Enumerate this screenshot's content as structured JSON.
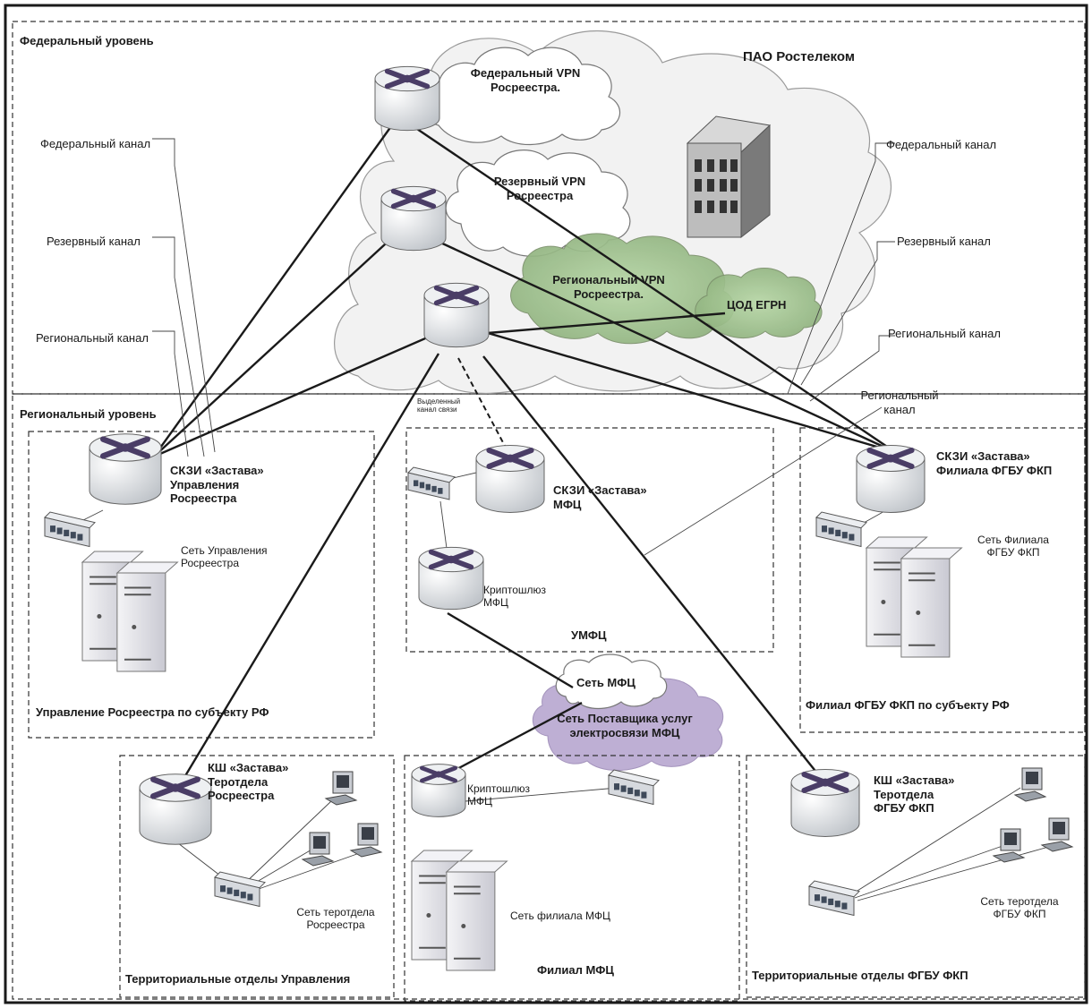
{
  "levels": {
    "federal": "Федеральный уровень",
    "regional": "Региональный уровень"
  },
  "provider": "ПАО Ростелеком",
  "clouds": {
    "fed_vpn_line1": "Федеральный VPN",
    "fed_vpn_line2": "Росреестра.",
    "res_vpn_line1": "Резервный VPN",
    "res_vpn_line2": "Росреестра",
    "reg_vpn_line1": "Региональный VPN",
    "reg_vpn_line2": "Росреестра.",
    "dc": "ЦОД ЕГРН",
    "mfc_net": "Сеть МФЦ",
    "provider_line1": "Сеть Поставщика услуг",
    "provider_line2": "электросвязи МФЦ"
  },
  "channels": {
    "left_federal": "Федеральный канал",
    "left_reserve": "Резервный канал",
    "left_regional": "Региональный канал",
    "right_federal": "Федеральный канал",
    "right_reserve": "Резервный канал",
    "right_regional": "Региональный канал",
    "right_regional2_line1": "Региональный",
    "right_regional2_line2": "канал",
    "dedicated_line1": "Выделенный",
    "dedicated_line2": "канал связи"
  },
  "upr": {
    "router_line1": "СКЗИ «Застава»",
    "router_line2": "Управления",
    "router_line3": "Росреестра",
    "net_line1": "Сеть Управления",
    "net_line2": "Росреестра",
    "title": "Управление Росреестра по субъекту РФ"
  },
  "umfc": {
    "router_line1": "СКЗИ «Застава»",
    "router_line2": "МФЦ",
    "crypto_line1": "Криптошлюз",
    "crypto_line2": "МФЦ",
    "title": "УМФЦ"
  },
  "fkp": {
    "router_line1": "СКЗИ «Застава»",
    "router_line2": "Филиала ФГБУ ФКП",
    "net_line1": "Сеть Филиала",
    "net_line2": "ФГБУ ФКП",
    "title": "Филиал ФГБУ ФКП по субъекту РФ"
  },
  "ter_upr": {
    "router_line1": "КШ «Застава»",
    "router_line2": "Теротдела",
    "router_line3": "Росреестра",
    "net_line1": "Сеть теротдела",
    "net_line2": "Росреестра",
    "title": "Территориальные отделы Управления"
  },
  "fil_mfc": {
    "crypto_line1": "Криптошлюз",
    "crypto_line2": "МФЦ",
    "net": "Сеть филиала МФЦ",
    "title": "Филиал МФЦ"
  },
  "ter_fkp": {
    "router_line1": "КШ «Застава»",
    "router_line2": "Теротдела",
    "router_line3": "ФГБУ ФКП",
    "net_line1": "Сеть теротдела",
    "net_line2": "ФГБУ ФКП",
    "title": "Территориальные отделы ФГБУ ФКП"
  },
  "colors": {
    "router_arrow": "#4a3d66",
    "cloud_green": "#9bbf8a",
    "cloud_purple": "#b8a7d0",
    "line": "#1a1a1a"
  }
}
